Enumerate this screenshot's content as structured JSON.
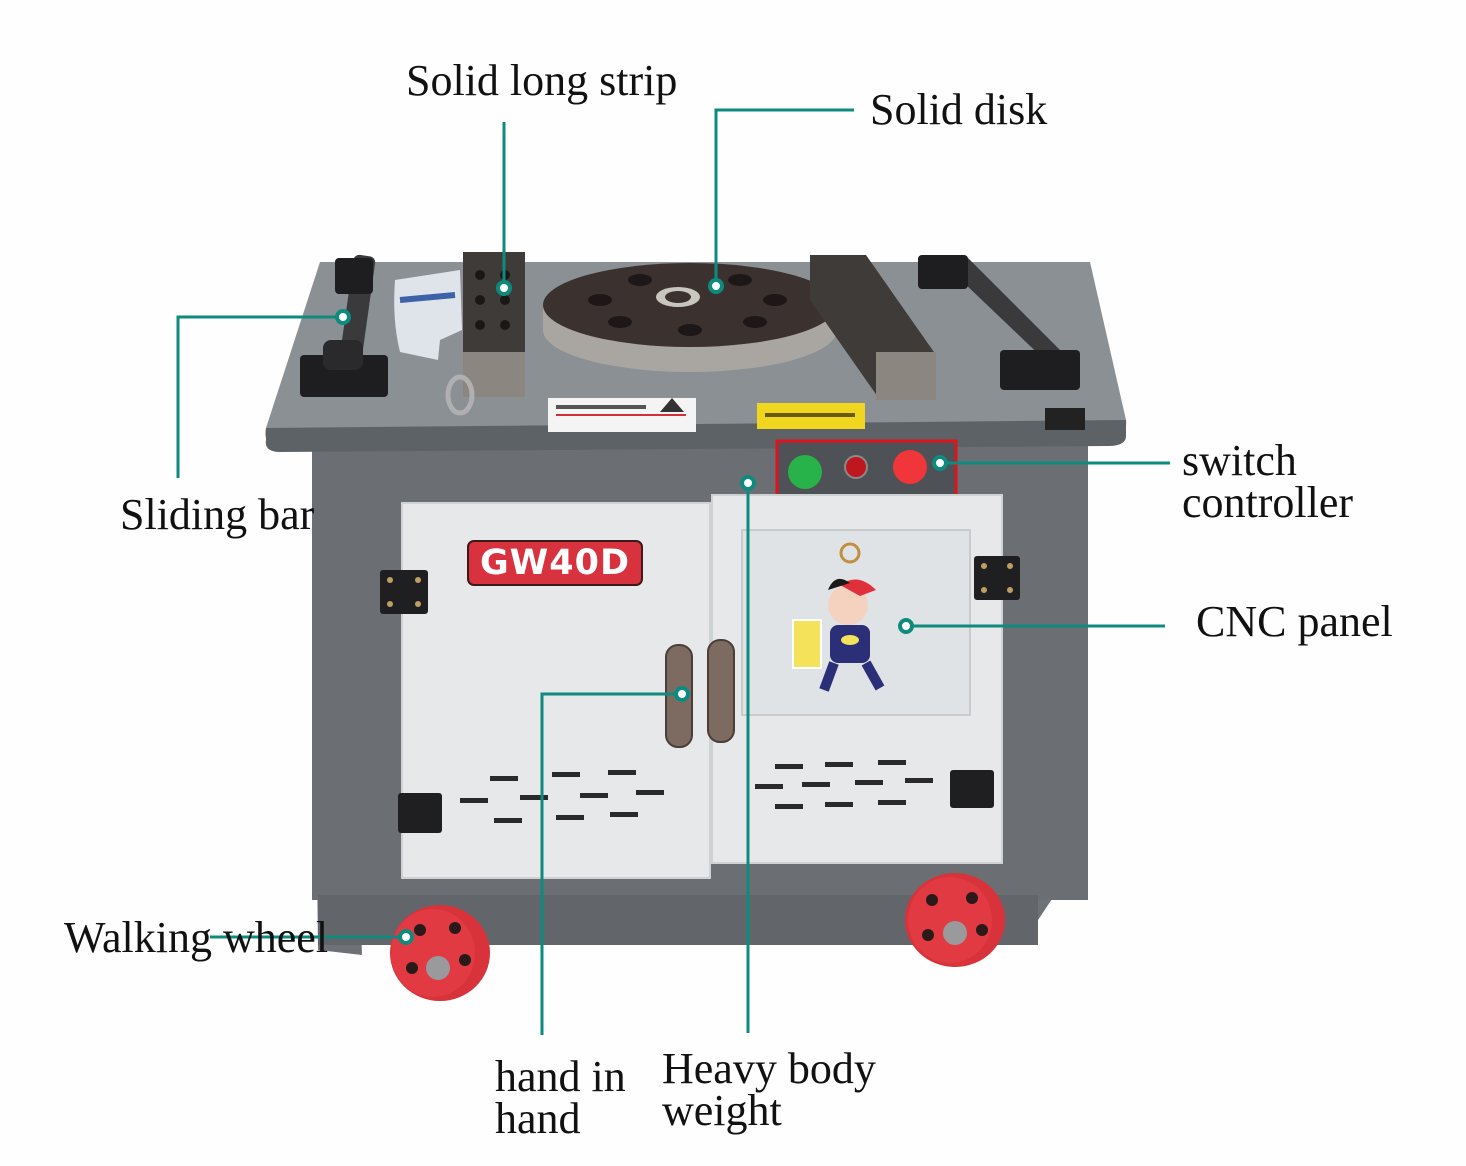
{
  "machine": {
    "model": "GW40D",
    "colors": {
      "body": "#6e7276",
      "table_top": "#8a9094",
      "door": "#e6e8ea",
      "wheel": "#d8323a",
      "leader": "#0f8a7e",
      "highlight_box": "#e0121c",
      "start_button": "#27b34a",
      "stop_button": "#f0363a",
      "indicator_lamp": "#c0161e"
    }
  },
  "callouts": [
    {
      "id": "solid-long-strip",
      "text": "Solid long strip"
    },
    {
      "id": "solid-disk",
      "text": "Solid disk"
    },
    {
      "id": "sliding-bar",
      "text": "Sliding bar"
    },
    {
      "id": "switch-controller",
      "lines": [
        "switch",
        "controller"
      ]
    },
    {
      "id": "cnc-panel",
      "text": "CNC panel"
    },
    {
      "id": "walking-wheel",
      "text": "Walking wheel"
    },
    {
      "id": "hand-in-hand",
      "lines": [
        "hand in",
        "hand"
      ]
    },
    {
      "id": "heavy-body-weight",
      "lines": [
        "Heavy body",
        "weight"
      ]
    }
  ]
}
